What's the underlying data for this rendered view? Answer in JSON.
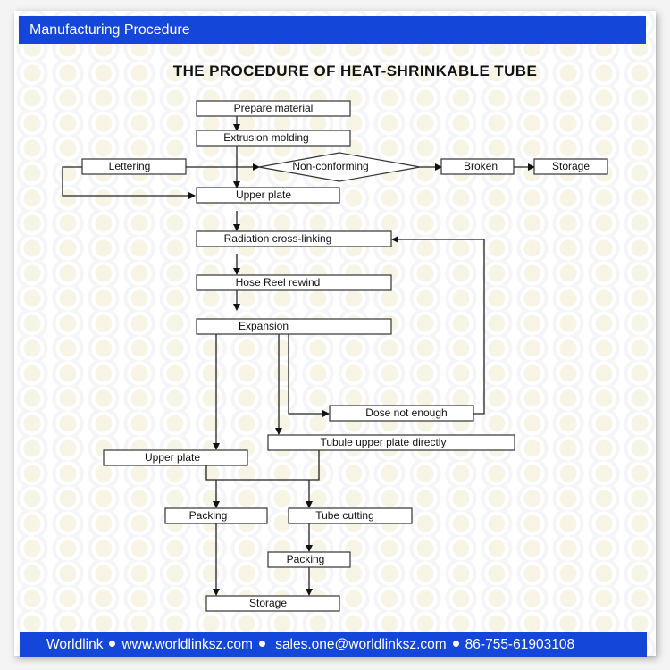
{
  "header": {
    "title": "Manufacturing Procedure"
  },
  "diagram": {
    "title": "THE PROCEDURE OF HEAT-SHRINKABLE TUBE",
    "nodes": {
      "prepare_material": "Prepare material",
      "extrusion_molding": "Extrusion molding",
      "lettering": "Lettering",
      "non_conforming": "Non-conforming",
      "broken": "Broken",
      "storage_top": "Storage",
      "upper_plate_top": "Upper plate",
      "radiation_cross_linking": "Radiation cross-linking",
      "hose_reel_rewind": "Hose Reel rewind",
      "expansion": "Expansion",
      "dose_not_enough": "Dose not enough",
      "tubule_upper_plate_directly": "Tubule upper plate directly",
      "upper_plate_bottom": "Upper plate",
      "packing_left": "Packing",
      "tube_cutting": "Tube cutting",
      "packing_right": "Packing",
      "storage_bottom": "Storage"
    }
  },
  "footer": {
    "company": "Worldlink",
    "website": "www.worldlinksz.com",
    "email": "sales.one@worldlinksz.com",
    "phone": "86-755-61903108"
  },
  "colors": {
    "brand_blue": "#1446d9"
  }
}
